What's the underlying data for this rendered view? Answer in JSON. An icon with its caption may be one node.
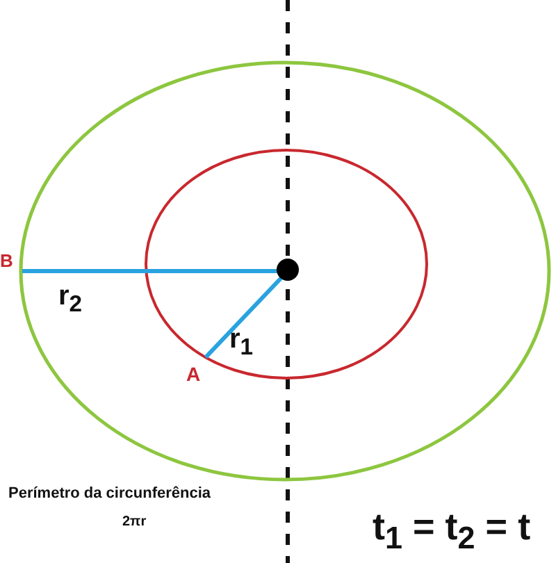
{
  "diagram": {
    "labels": [
      "B",
      "r$_{2}$",
      "A",
      "r$_{1}$",
      "Perímetro da circunferência",
      "2πr",
      "t$_{1}$ = t$_{2}$ = t"
    ]
  }
}
